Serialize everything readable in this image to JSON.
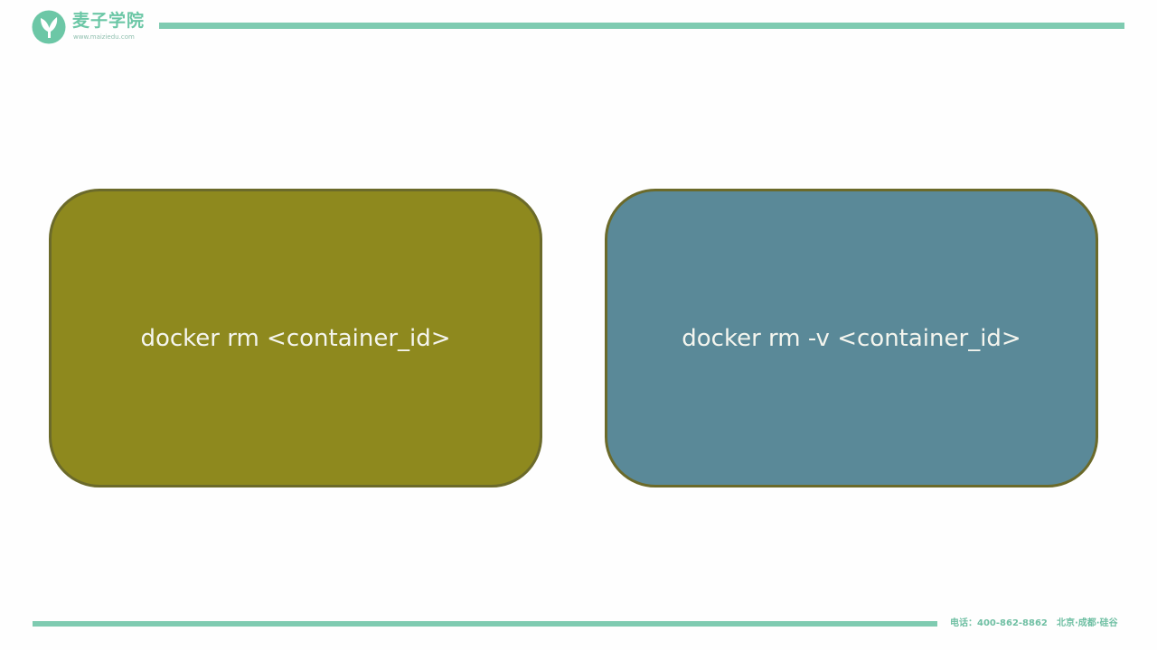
{
  "header": {
    "brand_name": "麦子学院",
    "brand_url": "www.maiziedu.com",
    "logo_icon": "leaf-y-logo-icon"
  },
  "cards": [
    {
      "command": "docker rm <container_id>",
      "color": "#8e891e"
    },
    {
      "command": "docker rm -v <container_id>",
      "color": "#5a8998"
    }
  ],
  "footer": {
    "phone": "电话：400-862-8862",
    "cities": "北京·成都·硅谷"
  },
  "colors": {
    "accent": "#7fcbb1",
    "card_border": "#6b6a2a"
  }
}
